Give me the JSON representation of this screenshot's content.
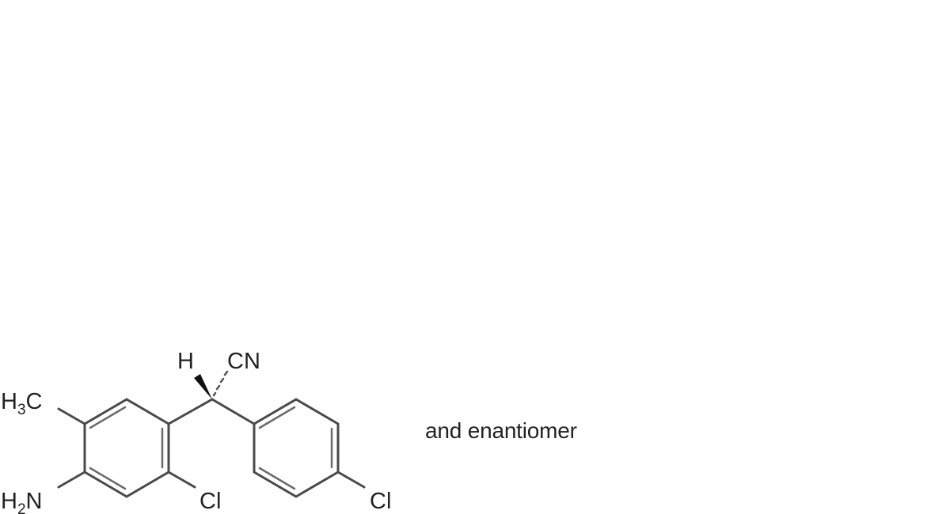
{
  "figure": {
    "type": "chemical-structure",
    "caption": "and enantiomer",
    "atom_labels": {
      "methyl": {
        "main": "H",
        "sub": "3",
        "tail": "C"
      },
      "amine": {
        "main": "H",
        "sub": "2",
        "tail": "N"
      },
      "chloro_left": "Cl",
      "chloro_right": "Cl",
      "hydrogen": "H",
      "nitrile": "CN"
    },
    "stereo": {
      "hydrogen_bond": "wedge",
      "nitrile_bond": "hashed-wedge"
    },
    "colors": {
      "bond": "#4a4a4a",
      "text": "#222222",
      "background": "#ffffff"
    }
  }
}
